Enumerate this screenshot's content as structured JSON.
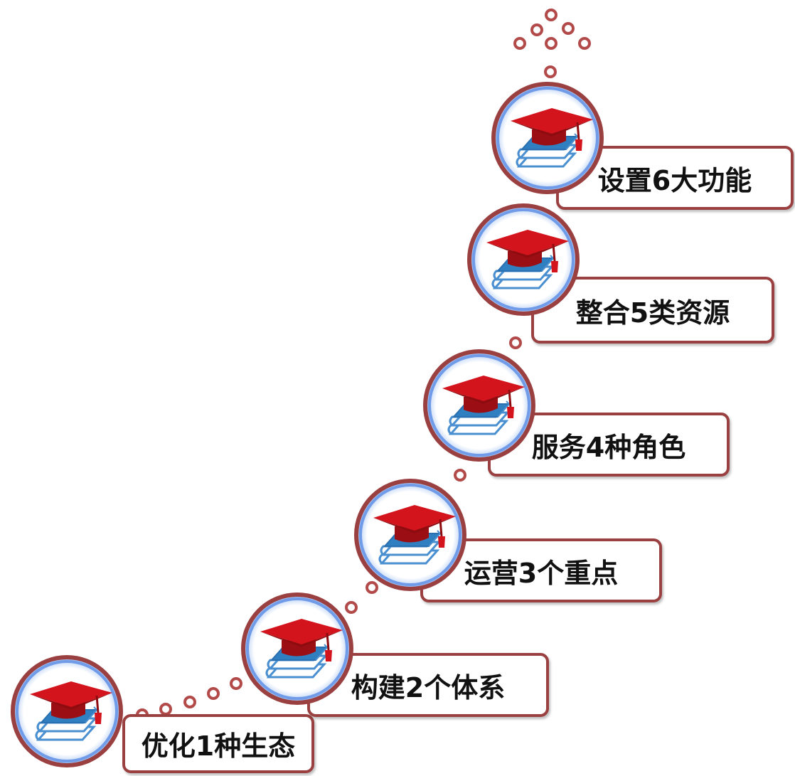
{
  "steps": [
    {
      "label": "优化1种生态"
    },
    {
      "label": "构建2个体系"
    },
    {
      "label": "运营3个重点"
    },
    {
      "label": "服务4种角色"
    },
    {
      "label": "整合5类资源"
    },
    {
      "label": "设置6大功能"
    }
  ],
  "icons": {
    "step_icon": "graduation-cap-on-books-icon",
    "connector": "dot-icon"
  },
  "colors": {
    "ring": "#9b4040",
    "ring_inner": "#6f9be8",
    "cap": "#c8141c",
    "book_top": "#2f7fc1",
    "book_lines": "#4a8fd0",
    "dot": "#b34a4a",
    "text": "#111111"
  }
}
